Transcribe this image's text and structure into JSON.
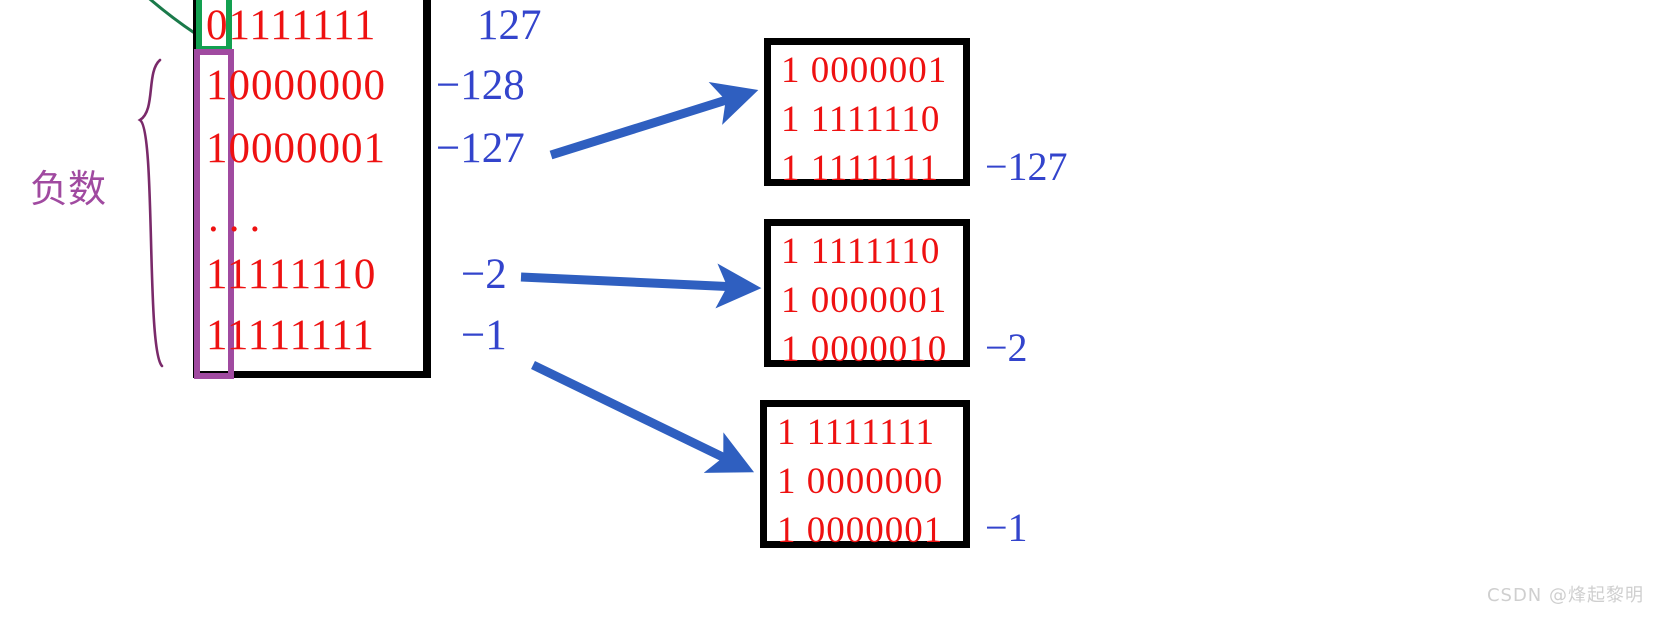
{
  "diagram": {
    "title_watermark": "CSDN @烽起黎明",
    "left_table": {
      "label_negative": "负数",
      "rows": [
        {
          "bits": "01111111",
          "decimal": "127"
        },
        {
          "bits": "10000000",
          "decimal": "−128"
        },
        {
          "bits": "10000001",
          "decimal": "−127"
        },
        {
          "bits": "...",
          "decimal": ""
        },
        {
          "bits": "11111110",
          "decimal": "−2"
        },
        {
          "bits": "11111111",
          "decimal": "−1"
        }
      ]
    },
    "result_boxes": [
      {
        "lines": [
          "1 0000001",
          "1 1111110",
          "1 1111111"
        ],
        "decimal": "−127"
      },
      {
        "lines": [
          "1 1111110",
          "1 0000001",
          "1 0000010"
        ],
        "decimal": "−2"
      },
      {
        "lines": [
          "1 1111111",
          "1 0000000",
          "1 0000001"
        ],
        "decimal": "−1"
      }
    ],
    "colors": {
      "bits": "#ee1111",
      "decimal": "#3344cc",
      "frame": "#000000",
      "sign_highlight_positive": "#12a050",
      "sign_highlight_negative": "#a04aa0",
      "arrow": "#2f5fc0",
      "brace": "#7a2a6a",
      "pointer_line": "#1a7a4a"
    }
  }
}
